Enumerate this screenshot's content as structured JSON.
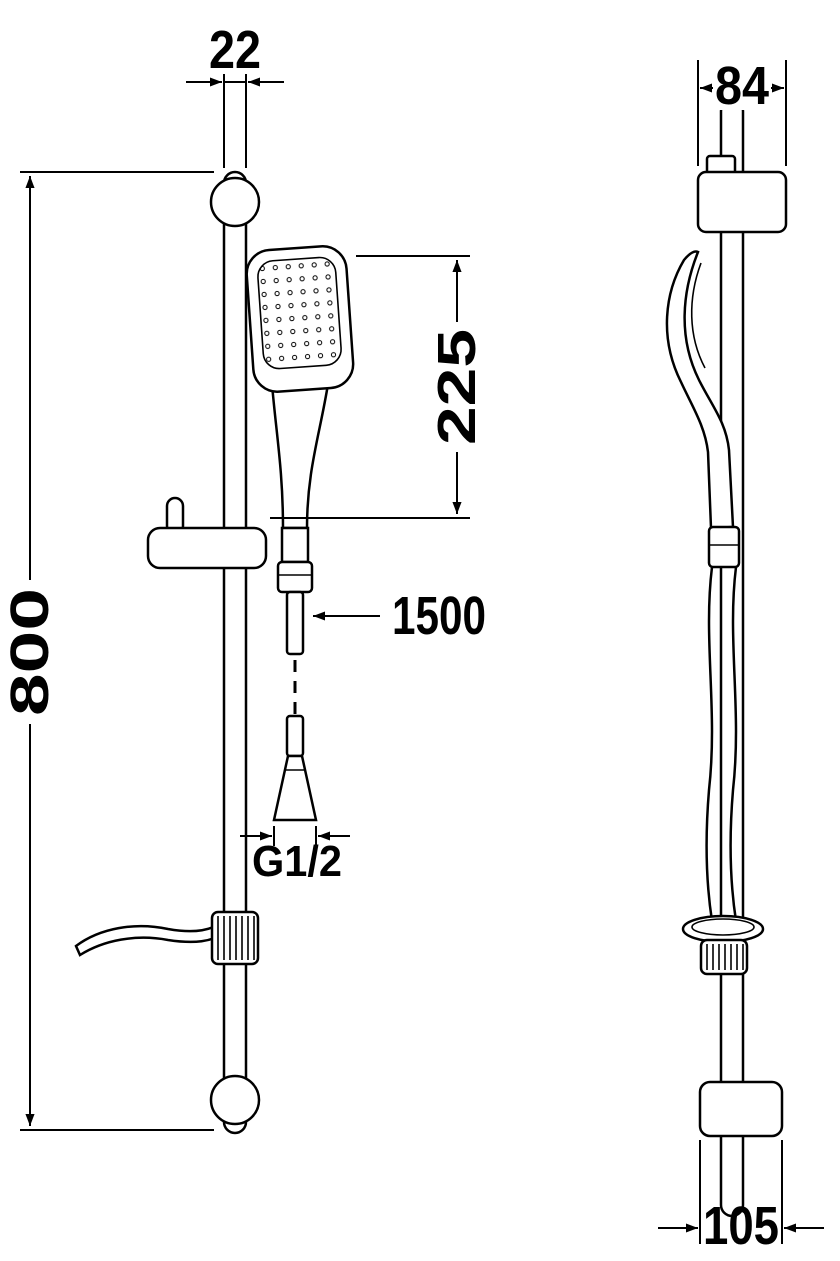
{
  "page": {
    "background": "#ffffff",
    "line_color": "#000000",
    "description": "technical drawing of shower slide-bar set, front and side views"
  },
  "front_view": {
    "dim_bar_width": "22",
    "dim_shower_head_length": "225",
    "dim_hose_length": "1500",
    "dim_bar_height": "800",
    "dim_thread": "G1/2"
  },
  "side_view": {
    "dim_top_bracket_width": "84",
    "dim_bottom_bracket_depth": "105"
  }
}
